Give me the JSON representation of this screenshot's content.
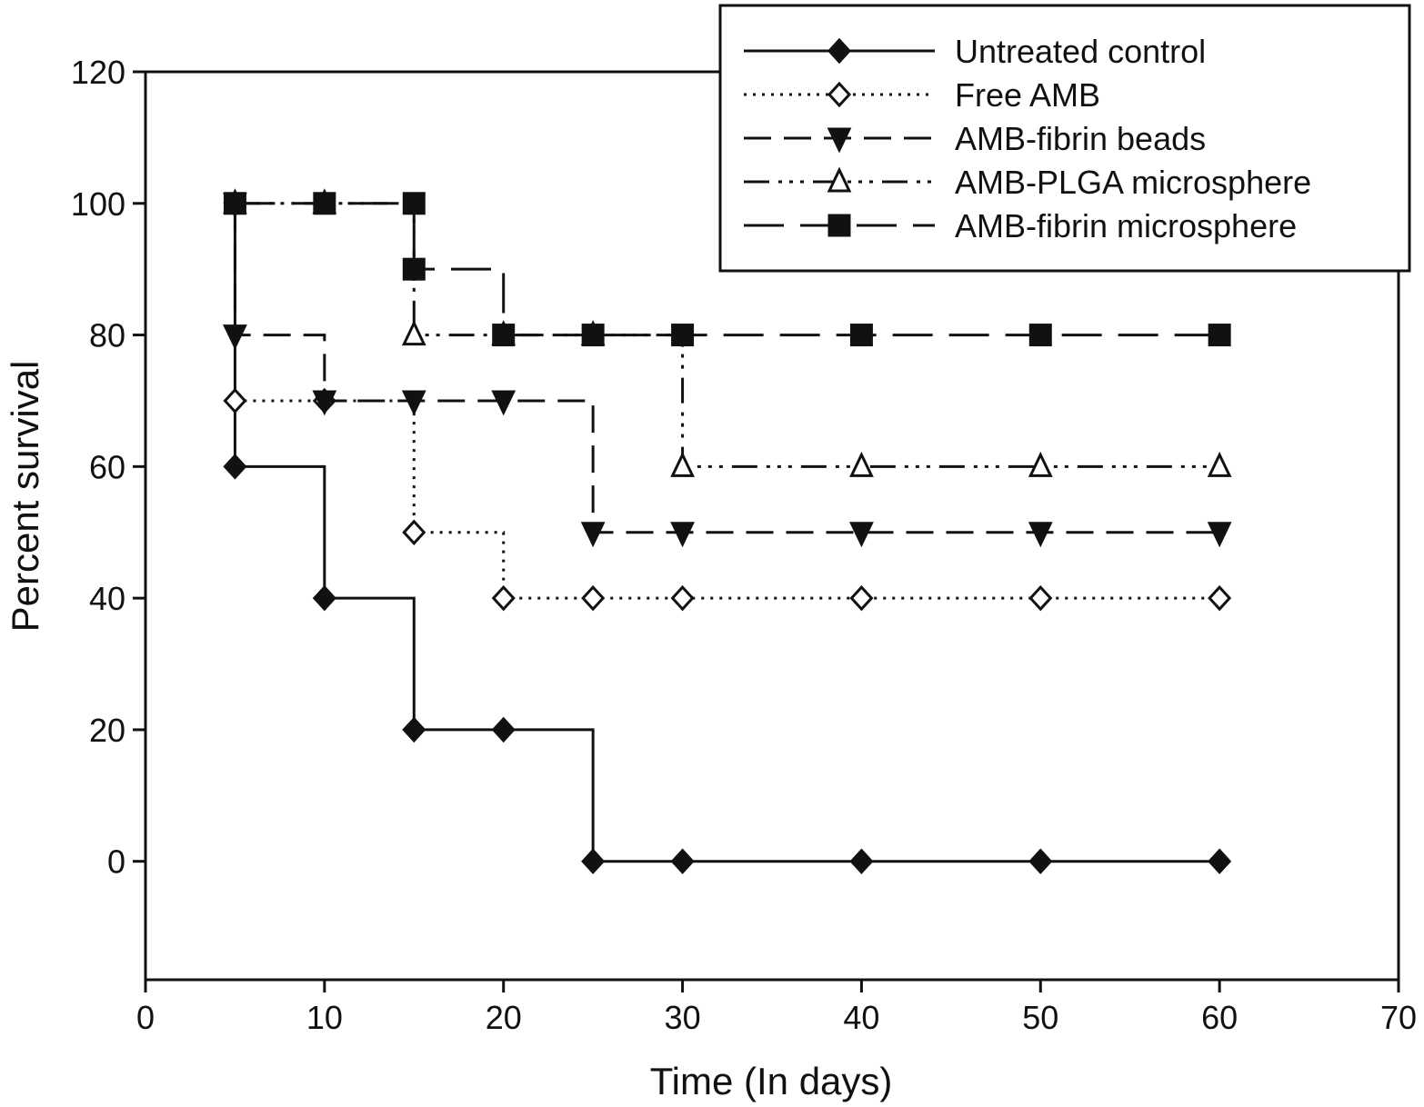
{
  "chart_data": {
    "type": "line",
    "step": "post",
    "xlabel": "Time (In days)",
    "ylabel": "Percent survival",
    "xlim": [
      0,
      70
    ],
    "ylim": [
      -18,
      120
    ],
    "xticks": [
      0,
      10,
      20,
      30,
      40,
      50,
      60,
      70
    ],
    "yticks": [
      0,
      20,
      40,
      60,
      80,
      100,
      120
    ],
    "grid": false,
    "legend_position": "top-right",
    "series": [
      {
        "name": "Untreated control",
        "marker": "diamond-filled",
        "dash": "solid",
        "x": [
          5,
          5,
          10,
          15,
          20,
          25,
          30,
          40,
          50,
          60
        ],
        "y": [
          100,
          60,
          40,
          20,
          20,
          0,
          0,
          0,
          0,
          0
        ]
      },
      {
        "name": "Free AMB",
        "marker": "diamond-open",
        "dash": "dotted",
        "x": [
          5,
          10,
          15,
          20,
          25,
          30,
          40,
          50,
          60
        ],
        "y": [
          70,
          70,
          50,
          40,
          40,
          40,
          40,
          40,
          40
        ]
      },
      {
        "name": "AMB-fibrin beads",
        "marker": "triangle-down-filled",
        "dash": "dashed",
        "x": [
          5,
          5,
          10,
          15,
          20,
          25,
          30,
          40,
          50,
          60
        ],
        "y": [
          100,
          80,
          70,
          70,
          70,
          50,
          50,
          50,
          50,
          50
        ]
      },
      {
        "name": "AMB-PLGA microsphere",
        "marker": "triangle-up-open",
        "dash": "dash-dot-dot",
        "x": [
          5,
          10,
          15,
          20,
          25,
          30,
          40,
          50,
          60
        ],
        "y": [
          100,
          100,
          80,
          80,
          80,
          60,
          60,
          60,
          60
        ]
      },
      {
        "name": "AMB-fibrin microsphere",
        "marker": "square-filled",
        "dash": "long-dash",
        "x": [
          5,
          10,
          15,
          15,
          20,
          25,
          30,
          40,
          50,
          60
        ],
        "y": [
          100,
          100,
          100,
          90,
          80,
          80,
          80,
          80,
          80,
          80
        ]
      }
    ]
  }
}
